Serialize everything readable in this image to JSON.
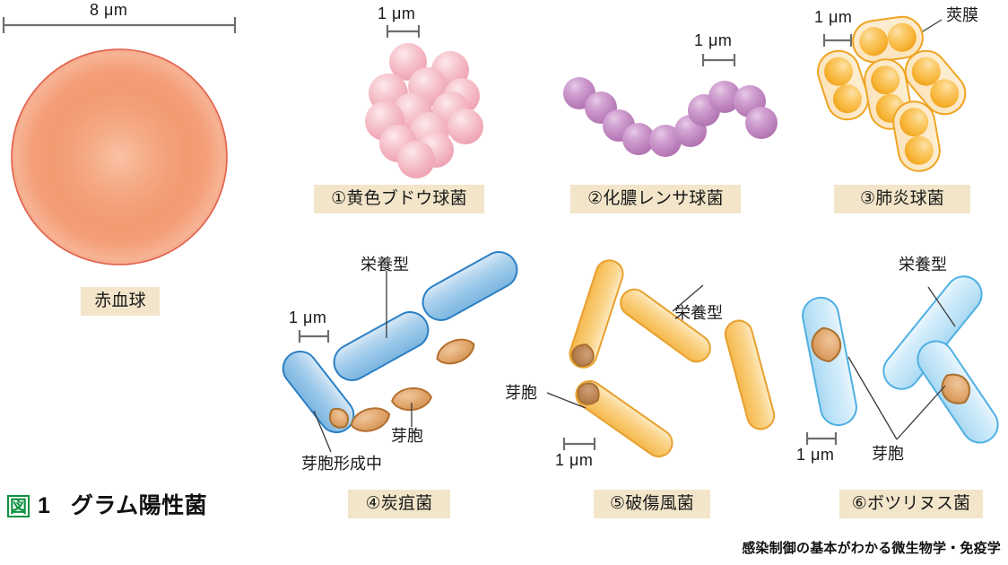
{
  "caption": {
    "fig_box": "図",
    "fig_number": "1",
    "title": "グラム陽性菌"
  },
  "source_credit": "感染制御の基本がわかる微生物学・免疫学",
  "rbc": {
    "scale_label": "8 μm",
    "name_label": "赤血球"
  },
  "panels": [
    {
      "id": "staphylococcus",
      "label": "①黄色ブドウ球菌",
      "scale_label": "1 μm",
      "color": "#f2afbc"
    },
    {
      "id": "streptococcus",
      "label": "②化膿レンサ球菌",
      "scale_label": "1 μm",
      "color": "#bf7fbf"
    },
    {
      "id": "pneumococcus",
      "label": "③肺炎球菌",
      "scale_label": "1 μm",
      "color": "#f7b23b",
      "annotations": [
        {
          "name": "capsule",
          "text": "莢膜"
        }
      ]
    },
    {
      "id": "anthrax",
      "label": "④炭疽菌",
      "scale_label": "1 μm",
      "color": "#6aa9de",
      "annotations": [
        {
          "name": "vegetative-form",
          "text": "栄養型"
        },
        {
          "name": "spore",
          "text": "芽胞"
        },
        {
          "name": "sporulating",
          "text": "芽胞形成中"
        }
      ]
    },
    {
      "id": "tetanus",
      "label": "⑤破傷風菌",
      "scale_label": "1 μm",
      "color": "#f5b84e",
      "annotations": [
        {
          "name": "vegetative-form",
          "text": "栄養型"
        },
        {
          "name": "spore",
          "text": "芽胞"
        }
      ]
    },
    {
      "id": "botulinum",
      "label": "⑥ボツリヌス菌",
      "scale_label": "1 μm",
      "color": "#a8d8f0",
      "annotations": [
        {
          "name": "vegetative-form",
          "text": "栄養型"
        },
        {
          "name": "spore",
          "text": "芽胞"
        }
      ]
    }
  ],
  "colors": {
    "chip_background": "#f2e5c9",
    "fig_box_green": "#0d9141",
    "rbc_fill": "#f4a07a",
    "rbc_stroke": "#e0604a",
    "spore_fill": "#e0a36a",
    "spore_stroke": "#b4702f",
    "scale_line": "#6e6e6e"
  }
}
